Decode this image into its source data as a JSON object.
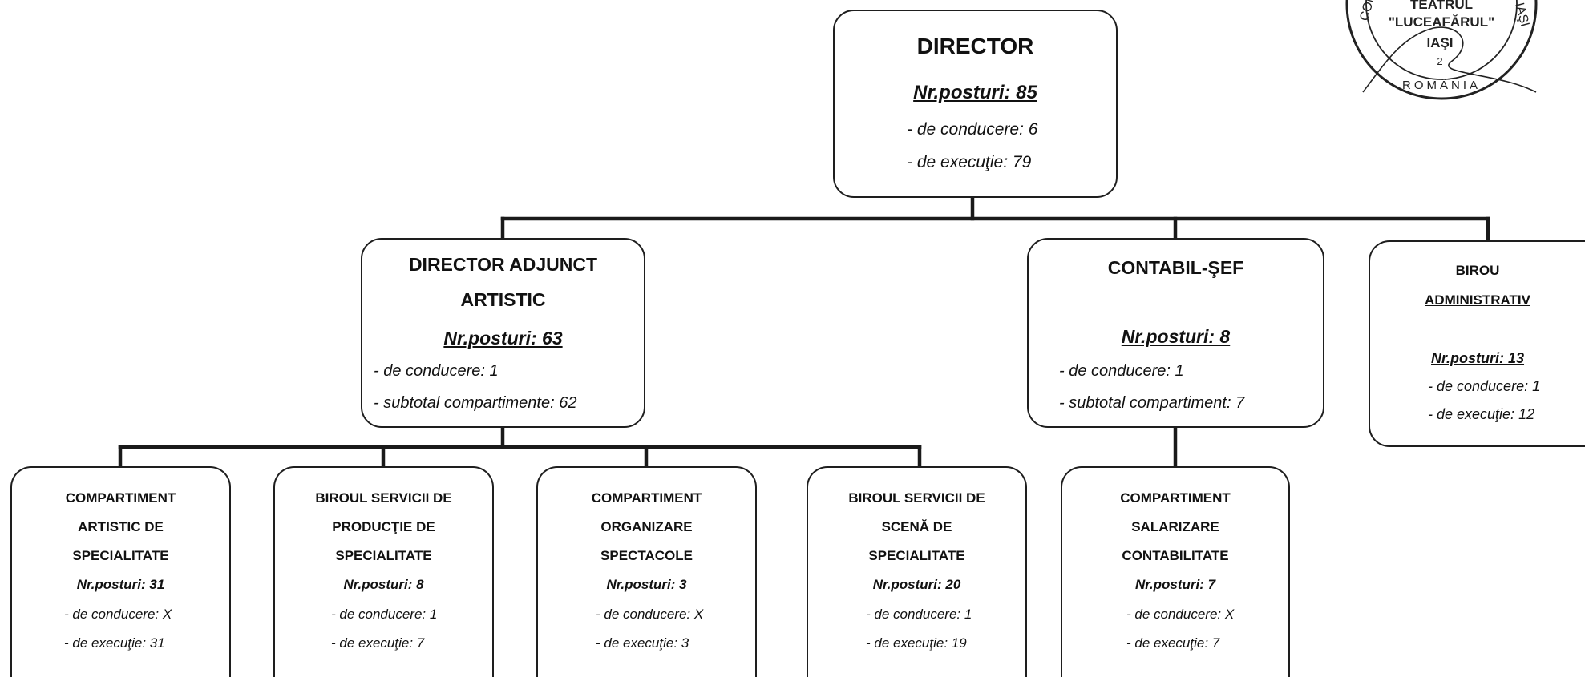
{
  "director": {
    "title": "DIRECTOR",
    "posts": "Nr.posturi: 85",
    "lines": [
      "- de conducere: 6",
      "- de execuţie: 79"
    ]
  },
  "deputy": {
    "title1": "DIRECTOR ADJUNCT",
    "title2": "ARTISTIC",
    "posts": "Nr.posturi: 63",
    "lines": [
      "- de conducere: 1",
      "- subtotal compartimente: 62"
    ]
  },
  "accountant": {
    "title": "CONTABIL-ŞEF",
    "posts": "Nr.posturi: 8",
    "lines": [
      "- de conducere: 1",
      "- subtotal compartiment: 7"
    ]
  },
  "admin": {
    "title1": "BIROU",
    "title2": "ADMINISTRATIV",
    "posts": "Nr.posturi: 13",
    "lines": [
      "- de conducere: 1",
      "- de execuţie: 12"
    ]
  },
  "units": [
    {
      "title": [
        "COMPARTIMENT",
        "ARTISTIC DE",
        "SPECIALITATE"
      ],
      "posts": "Nr.posturi: 31",
      "lines": [
        "- de conducere: X",
        "- de execuţie: 31"
      ]
    },
    {
      "title": [
        "BIROUL SERVICII DE",
        "PRODUCŢIE DE",
        "SPECIALITATE"
      ],
      "posts": "Nr.posturi: 8",
      "lines": [
        "- de conducere: 1",
        "- de execuţie: 7"
      ]
    },
    {
      "title": [
        "COMPARTIMENT",
        "ORGANIZARE",
        "SPECTACOLE"
      ],
      "posts": "Nr.posturi: 3",
      "lines": [
        "- de conducere: X",
        "- de execuţie: 3"
      ]
    },
    {
      "title": [
        "BIROUL SERVICII DE",
        "SCENĂ DE",
        "SPECIALITATE"
      ],
      "posts": "Nr.posturi: 20",
      "lines": [
        "- de conducere: 1",
        "- de execuţie: 19"
      ]
    },
    {
      "title": [
        "COMPARTIMENT",
        "SALARIZARE",
        "CONTABILITATE"
      ],
      "posts": "Nr.posturi: 7",
      "lines": [
        "- de conducere: X",
        "- de execuţie: 7"
      ]
    }
  ],
  "stamp": {
    "line1": "TEATRUL",
    "line2": "\"LUCEAFĂRUL\"",
    "line3": "IAŞI",
    "number": "2",
    "arc_left": "CONS",
    "arc_right": "IAŞI",
    "arc_bottom": "ROMÂNIA"
  }
}
